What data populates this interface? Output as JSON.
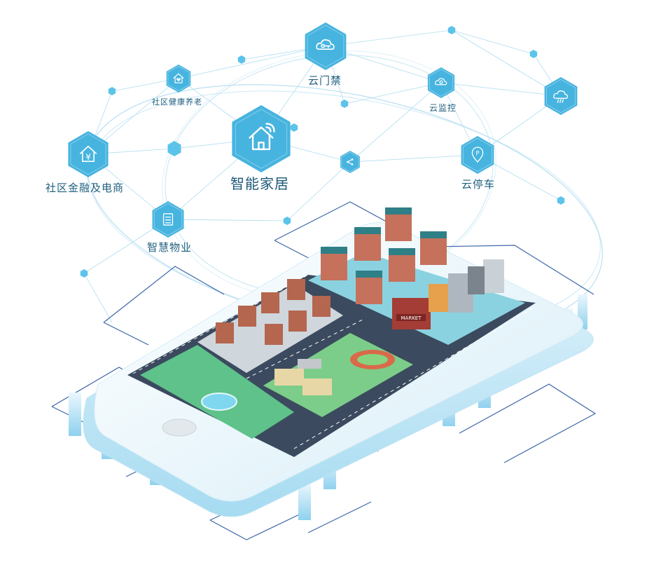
{
  "colors": {
    "hex_primary": "#3fb1de",
    "hex_dot": "#5cc3ea",
    "line": "#9fd6ec",
    "label": "#1f5f7e",
    "road": "#3b4a5e",
    "grass": "#5ec28a",
    "plaza": "#8bd2e0",
    "phone_edge": "#cfeaf6"
  },
  "services": [
    {
      "key": "access",
      "label": "云门禁",
      "icon": "key-cloud-icon"
    },
    {
      "key": "health",
      "label": "社区健康养老",
      "icon": "heart-house-icon"
    },
    {
      "key": "monitor",
      "label": "云监控",
      "icon": "cloud-camera-icon"
    },
    {
      "key": "weather",
      "label": "",
      "icon": "cloud-rain-icon"
    },
    {
      "key": "finance",
      "label": "社区金融及电商",
      "icon": "yuan-house-icon"
    },
    {
      "key": "smarthome",
      "label": "智能家居",
      "icon": "wifi-house-icon"
    },
    {
      "key": "share",
      "label": "",
      "icon": "share-icon"
    },
    {
      "key": "parking",
      "label": "云停车",
      "icon": "parking-icon"
    },
    {
      "key": "property",
      "label": "智慧物业",
      "icon": "document-icon"
    }
  ],
  "labels": {
    "access": "云门禁",
    "health": "社区健康养老",
    "monitor": "云监控",
    "finance": "社区金融及电商",
    "smarthome": "智能家居",
    "parking": "云停车",
    "property": "智慧物业"
  },
  "city": {
    "market_sign": "MARKET"
  }
}
